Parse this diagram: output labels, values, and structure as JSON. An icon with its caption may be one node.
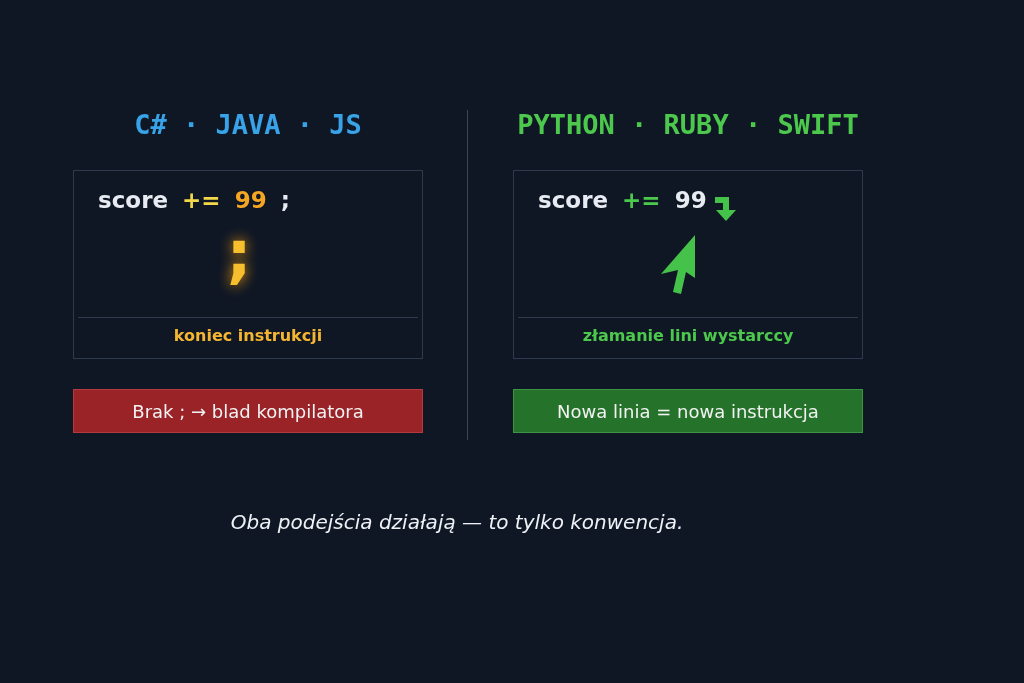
{
  "diagram": {
    "caption": "Oba podejścia działają — to tylko konwencja.",
    "nodes": [
      {
        "text": [
          "C# · JAVA · JS",
          "score += 99 ;",
          ";",
          "koniec instrukcji"
        ]
      },
      {
        "text": [
          "PYTHON · RUBY · SWIFT",
          "score += 99",
          "złamanie lini wystarccy"
        ]
      },
      {
        "text": [
          "Brak ; → blad kompilatora"
        ]
      },
      {
        "text": [
          "Nowa linia = nowa instrukcja"
        ]
      }
    ]
  }
}
